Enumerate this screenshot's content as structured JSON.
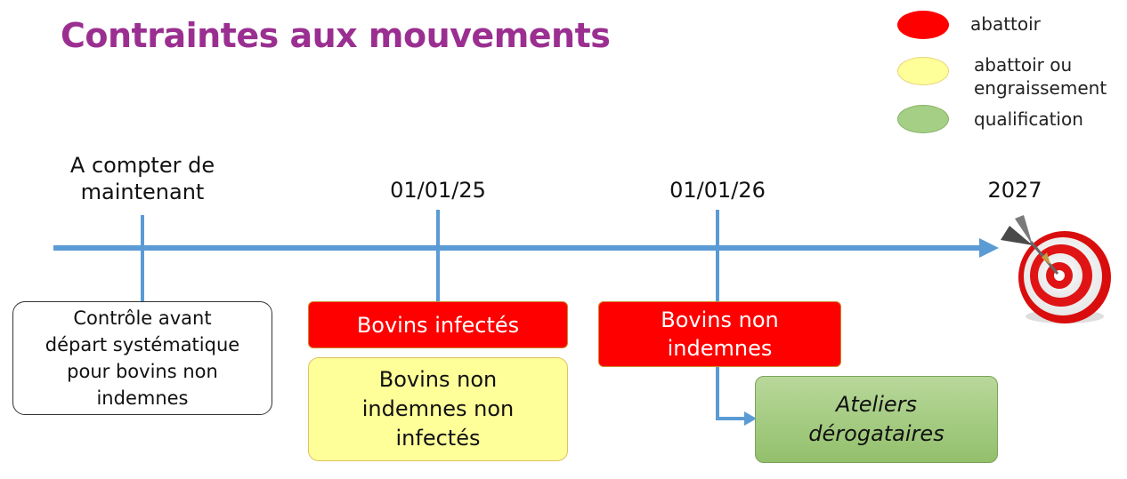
{
  "title": "Contraintes aux mouvements",
  "legend": {
    "red": {
      "label": "abattoir",
      "color": "#ff0000"
    },
    "yellow": {
      "label": "abattoir ou\nengraissement",
      "color": "#ffff99"
    },
    "green": {
      "label": "qualification",
      "color": "#a6cf86"
    }
  },
  "timeline": {
    "milestones": {
      "now": "A compter de\nmaintenant",
      "d2025": "01/01/25",
      "d2026": "01/01/26",
      "d2027": "2027"
    },
    "axis_color": "#5b9bd5"
  },
  "boxes": {
    "now": "Contrôle avant\ndépart systématique\npour bovins non\nindemnes",
    "infected": "Bovins infectés",
    "non_infected": "Bovins non\nindemnes non\ninfectés",
    "non_indemnes_2026": "Bovins non\nindemnes",
    "ateliers": "Ateliers\ndérogataires"
  },
  "icons": {
    "target": "target-dart-icon"
  }
}
